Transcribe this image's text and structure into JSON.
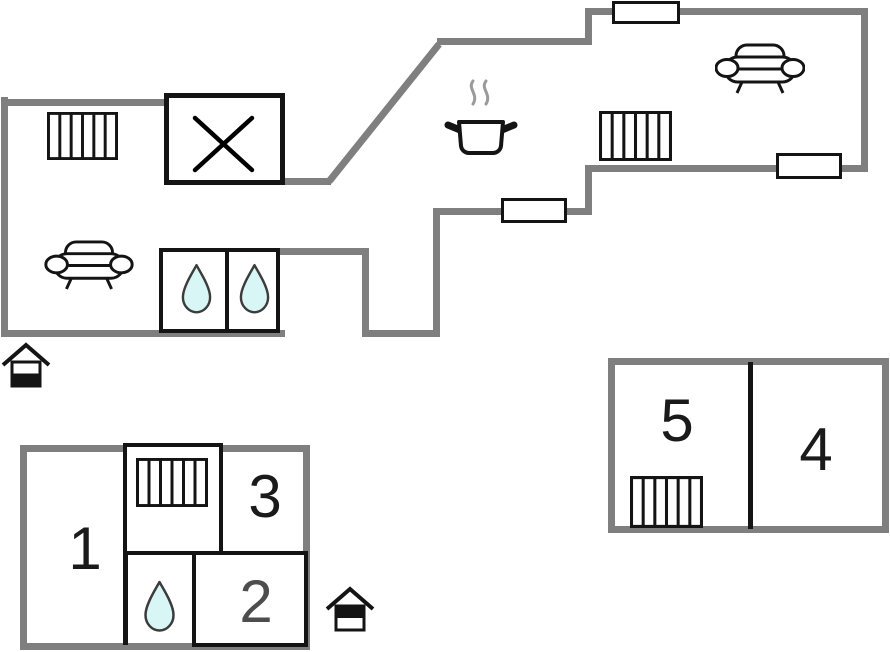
{
  "colors": {
    "wall": "#7f7f7f",
    "line": "#141414",
    "drop": "#d9f6f6",
    "label": "#1a1a1a",
    "label-muted": "#4d4d4d",
    "steam": "#9a9a9a"
  },
  "rooms": {
    "r1": "1",
    "r2": "2",
    "r3": "3",
    "r4": "4",
    "r5": "5"
  },
  "symbols": {
    "radiator_count": 4,
    "sofa_count": 2,
    "water_drop_count": 3,
    "window_count": 3,
    "cooking_pot_count": 1,
    "crossed_box_count": 1,
    "house_marker_count": 2
  }
}
